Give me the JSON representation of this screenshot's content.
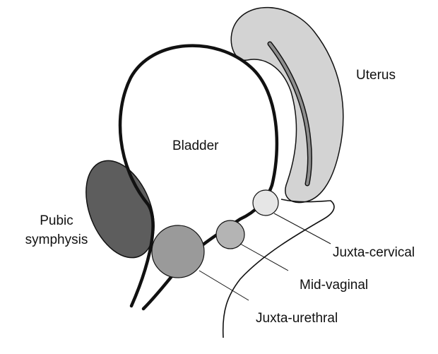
{
  "labels": {
    "uterus": "Uterus",
    "bladder": "Bladder",
    "pubic_line1": "Pubic",
    "pubic_line2": "symphysis",
    "juxta_cervical": "Juxta-cervical",
    "mid_vaginal": "Mid-vaginal",
    "juxta_urethral": "Juxta-urethral"
  },
  "colors": {
    "uterus_fill": "#d3d3d3",
    "uterus_cavity": "#8e8e8e",
    "pubic_symphysis": "#5d5d5d",
    "juxta_urethral": "#9a9a9a",
    "mid_vaginal": "#b4b4b4",
    "juxta_cervical": "#e6e6e6",
    "outline": "#111111"
  }
}
